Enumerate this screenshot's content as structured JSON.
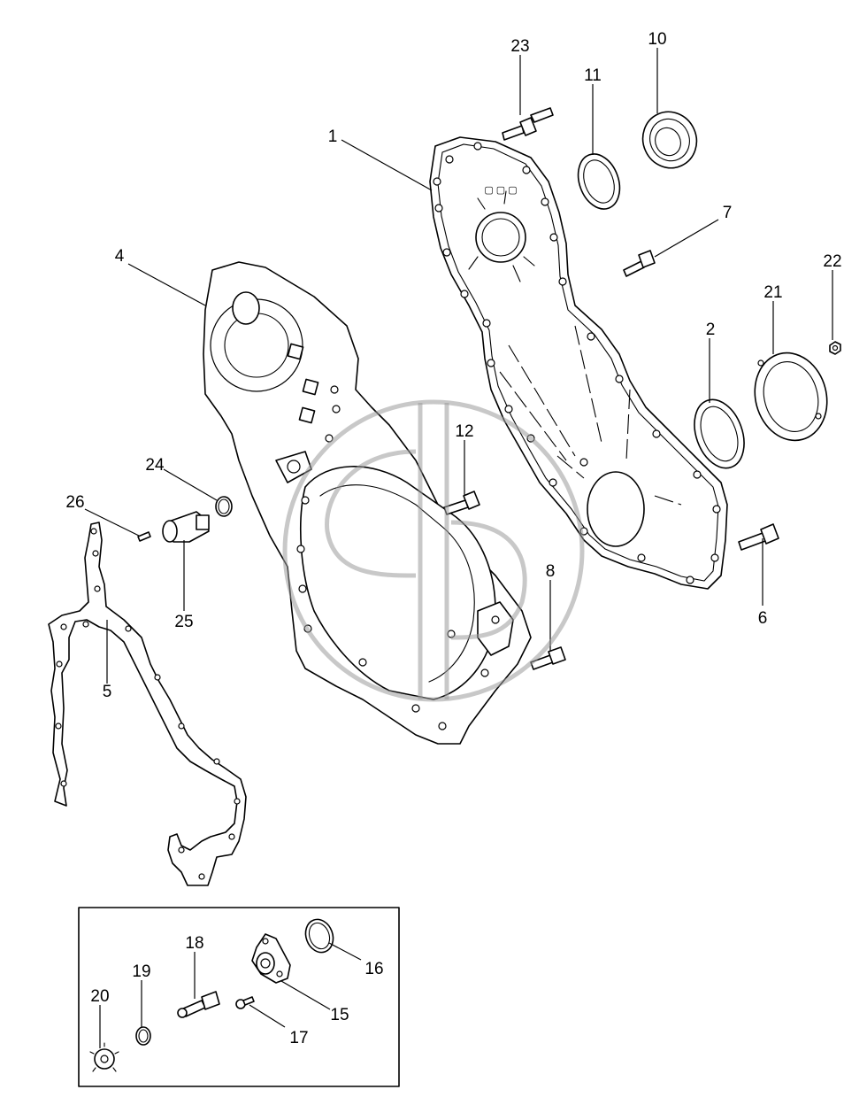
{
  "callouts": [
    {
      "id": "c1",
      "label": "1"
    },
    {
      "id": "c2",
      "label": "2"
    },
    {
      "id": "c4",
      "label": "4"
    },
    {
      "id": "c5",
      "label": "5"
    },
    {
      "id": "c6",
      "label": "6"
    },
    {
      "id": "c7",
      "label": "7"
    },
    {
      "id": "c8",
      "label": "8"
    },
    {
      "id": "c10",
      "label": "10"
    },
    {
      "id": "c11",
      "label": "11"
    },
    {
      "id": "c12",
      "label": "12"
    },
    {
      "id": "c15",
      "label": "15"
    },
    {
      "id": "c16",
      "label": "16"
    },
    {
      "id": "c17",
      "label": "17"
    },
    {
      "id": "c18",
      "label": "18"
    },
    {
      "id": "c19",
      "label": "19"
    },
    {
      "id": "c20",
      "label": "20"
    },
    {
      "id": "c21",
      "label": "21"
    },
    {
      "id": "c22",
      "label": "22"
    },
    {
      "id": "c23",
      "label": "23"
    },
    {
      "id": "c24",
      "label": "24"
    },
    {
      "id": "c25",
      "label": "25"
    },
    {
      "id": "c26",
      "label": "26"
    }
  ],
  "colors": {
    "line": "#000000",
    "background": "#ffffff",
    "watermark": "#9a9a9a"
  }
}
